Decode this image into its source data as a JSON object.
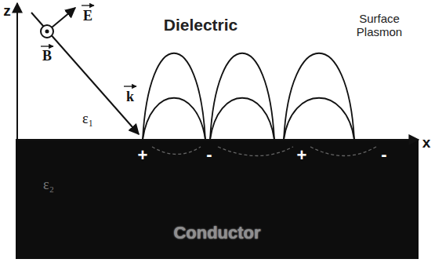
{
  "diagram": {
    "nodes": [
      {
        "text": [
          "Conductor"
        ]
      }
    ],
    "labels": [
      "z",
      "x",
      "E",
      "B",
      "k",
      "ε₁",
      "Dielectric",
      "Surface Plasmon",
      "+",
      "-",
      "+",
      "-",
      "ε₂"
    ]
  }
}
